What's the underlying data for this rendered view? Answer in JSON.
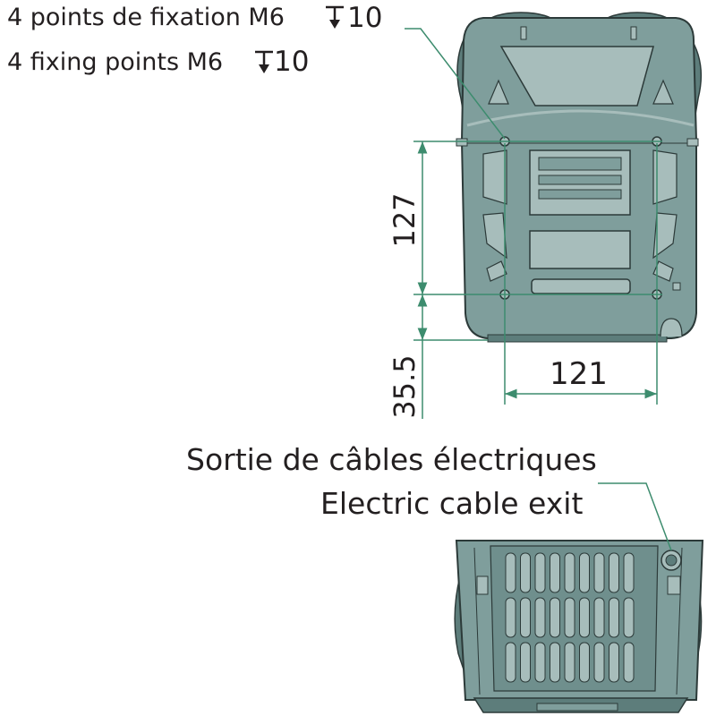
{
  "mounting_note": {
    "fr": "4 points de fixation M6",
    "en": "4 fixing points M6",
    "depth_fr": "10",
    "depth_en": "10"
  },
  "dimensions": {
    "vertical_spacing": "127",
    "bottom_offset": "35.5",
    "horizontal_spacing": "121"
  },
  "cable_exit": {
    "fr": "Sortie de câbles électriques",
    "en": "Electric cable exit"
  },
  "colors": {
    "housing_fill": "#7f9e9c",
    "housing_dark": "#5d7d7b",
    "housing_light": "#a7bdbb",
    "outline": "#2c3a39",
    "leader_green": "#3d8c6e",
    "text": "#231f20"
  }
}
